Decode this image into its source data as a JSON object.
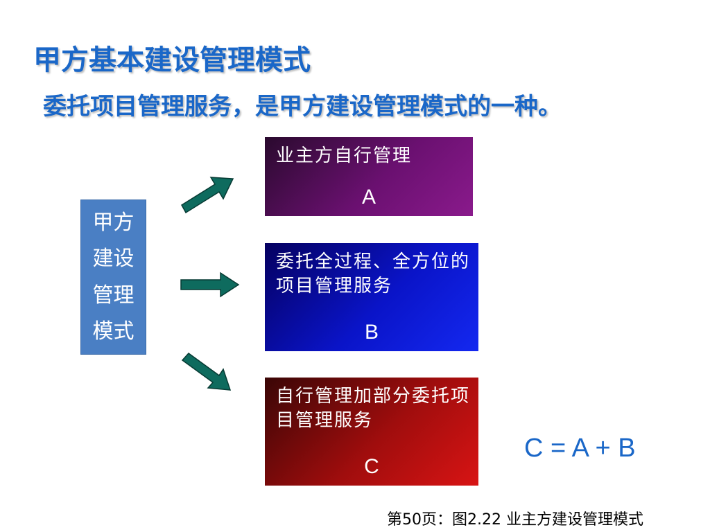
{
  "title": "甲方基本建设管理模式",
  "subtitle": "委托项目管理服务，是甲方建设管理模式的一种。",
  "source_box": {
    "lines": [
      "甲方",
      "建设",
      "管理",
      "模式"
    ]
  },
  "options": [
    {
      "description": "业主方自行管理",
      "letter": "A",
      "color": "#6a1070"
    },
    {
      "description": "委托全过程、全方位的项目管理服务",
      "letter": "B",
      "color": "#0a14c8"
    },
    {
      "description": "自行管理加部分委托项目管理服务",
      "letter": "C",
      "color": "#a00d0d"
    }
  ],
  "equation": "C = A + B",
  "caption": "第50页：图2.22 业主方建设管理模式",
  "colors": {
    "heading": "#1a67c8",
    "arrow": "#0e6b5e",
    "source_box": "#4a7fc4"
  }
}
